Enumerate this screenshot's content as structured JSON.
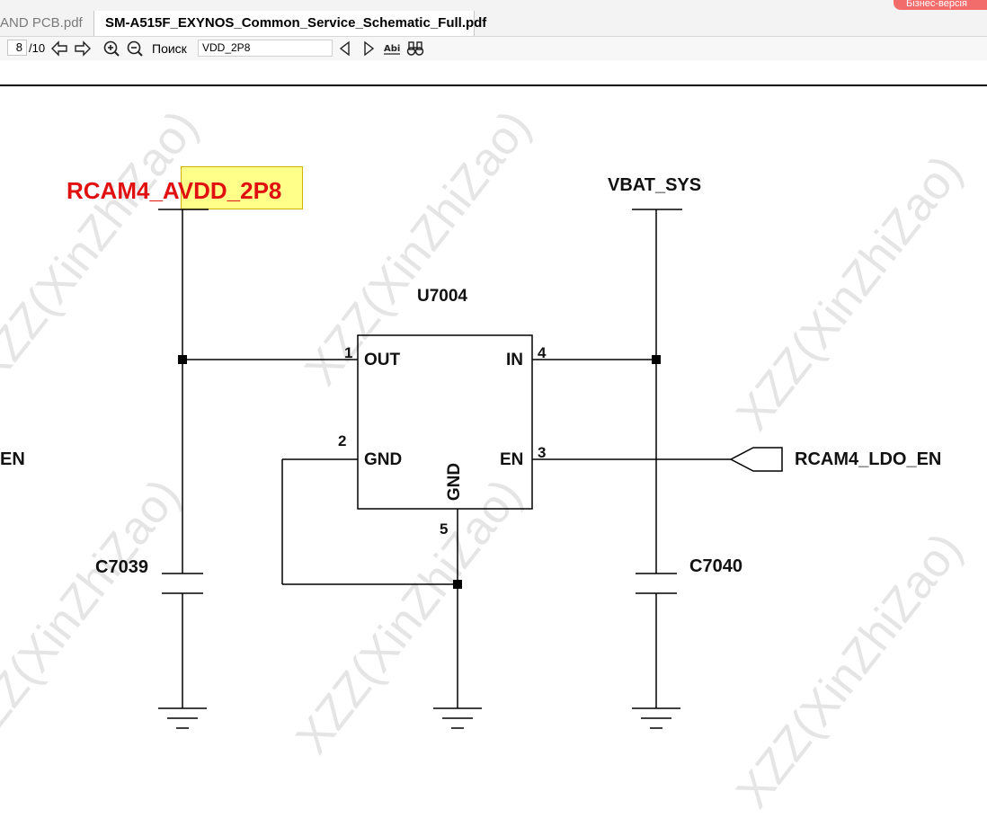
{
  "tabs": [
    {
      "label": "AND PCB.pdf",
      "active": false
    },
    {
      "label": "SM-A515F_EXYNOS_Common_Service_Schematic_Full.pdf",
      "active": true
    }
  ],
  "promo_text": "Бізнес-версія",
  "toolbar": {
    "page_current": "8",
    "page_total": "/10",
    "search_label": "Поиск",
    "search_value": "VDD_2P8",
    "icons": [
      "back-arrow-icon",
      "forward-arrow-icon",
      "zoom-in-icon",
      "zoom-out-icon",
      "search-prev-icon",
      "search-next-icon",
      "match-case-icon",
      "binoculars-icon"
    ]
  },
  "schematic": {
    "net_out": "RCAM4_AVDD_2P8",
    "highlighted_text": "VDD_2P8",
    "net_vbat": "VBAT_SYS",
    "ic_ref": "U7004",
    "pins": {
      "out": {
        "num": "1",
        "name": "OUT"
      },
      "in": {
        "num": "4",
        "name": "IN"
      },
      "gnd_left": {
        "num": "2",
        "name": "GND"
      },
      "en": {
        "num": "3",
        "name": "EN"
      },
      "gnd_bottom": {
        "num": "5",
        "name": "GND"
      }
    },
    "net_en": "RCAM4_LDO_EN",
    "left_edge_label": "EN",
    "cap_left": "C7039",
    "cap_right": "C7040",
    "watermark": "XZZ(XinZhiZao)"
  },
  "colors": {
    "net_highlight": "#e01010",
    "search_highlight": "#ffff8a",
    "promo": "#f26c6c"
  }
}
